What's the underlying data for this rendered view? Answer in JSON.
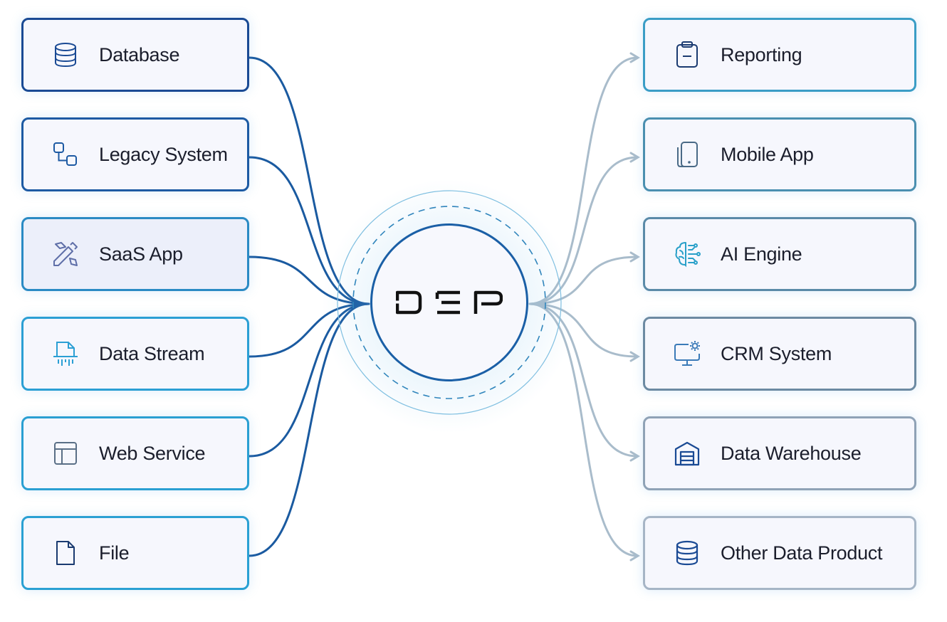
{
  "hub": {
    "logo_text": "DEP"
  },
  "sources": [
    {
      "label": "Database",
      "icon": "database-icon",
      "border": "#1a4a94"
    },
    {
      "label": "Legacy System",
      "icon": "legacy-system-icon",
      "border": "#1d5aa3"
    },
    {
      "label": "SaaS App",
      "icon": "saas-app-icon",
      "border": "#2a8ac4"
    },
    {
      "label": "Data Stream",
      "icon": "data-stream-icon",
      "border": "#2b9fd4"
    },
    {
      "label": "Web Service",
      "icon": "web-service-icon",
      "border": "#2a9fd2"
    },
    {
      "label": "File",
      "icon": "file-icon",
      "border": "#2aa0d3"
    }
  ],
  "destinations": [
    {
      "label": "Reporting",
      "icon": "reporting-icon",
      "border": "#3a9dc6"
    },
    {
      "label": "Mobile App",
      "icon": "mobile-app-icon",
      "border": "#4a8fb0"
    },
    {
      "label": "AI Engine",
      "icon": "ai-engine-icon",
      "border": "#5a8aa8"
    },
    {
      "label": "CRM System",
      "icon": "crm-system-icon",
      "border": "#6c8aa2"
    },
    {
      "label": "Data Warehouse",
      "icon": "data-warehouse-icon",
      "border": "#8fa2b6"
    },
    {
      "label": "Other Data Product",
      "icon": "other-data-product-icon",
      "border": "#a6b5c6"
    }
  ],
  "colors": {
    "source_line": "#1a5aa0",
    "destination_line": "#a9bccb",
    "hub_border": "#1a5fa6",
    "accent": "#2aa0d3"
  }
}
